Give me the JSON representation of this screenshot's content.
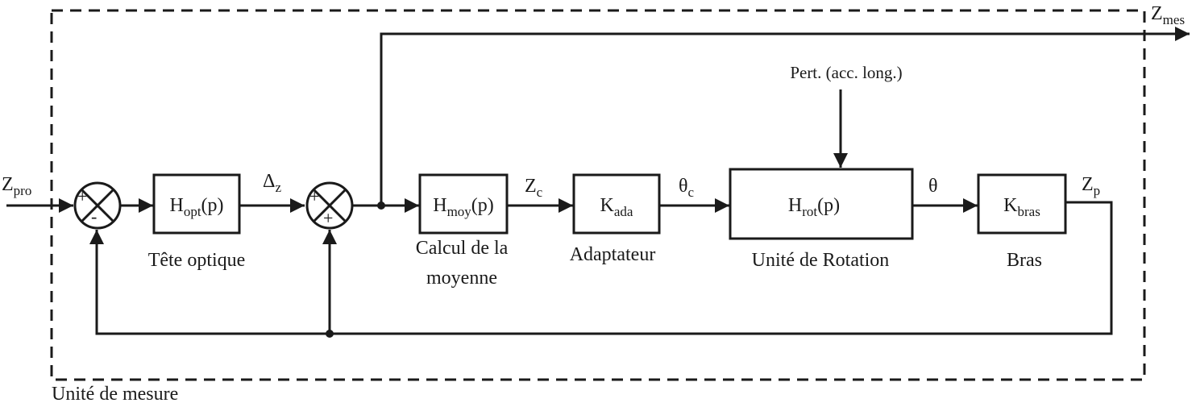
{
  "diagram": {
    "boundary": {
      "label": "Unité de mesure"
    },
    "signals": {
      "input": {
        "main": "Z",
        "sub": "pro"
      },
      "error": {
        "main": "Δ",
        "sub": "z"
      },
      "zc": {
        "main": "Z",
        "sub": "c"
      },
      "theta_c": {
        "main": "θ",
        "sub": "c"
      },
      "theta": {
        "main": "θ"
      },
      "zp": {
        "main": "Z",
        "sub": "p"
      },
      "output": {
        "main": "Z",
        "sub": "mes"
      },
      "disturbance": "Pert. (acc. long.)"
    },
    "blocks": {
      "hopt": {
        "main": "H",
        "sub": "opt",
        "tail": "(p)",
        "caption": "Tête optique"
      },
      "hmoy": {
        "main": "H",
        "sub": "moy",
        "tail": "(p)",
        "caption_line1": "Calcul de la",
        "caption_line2": "moyenne"
      },
      "kada": {
        "main": "K",
        "sub": "ada",
        "caption": "Adaptateur"
      },
      "hrot": {
        "main": "H",
        "sub": "rot",
        "tail": "(p)",
        "caption": "Unité de Rotation"
      },
      "kbras": {
        "main": "K",
        "sub": "bras",
        "caption": "Bras"
      }
    },
    "summers": {
      "s1": {
        "top": "+",
        "bottom": "-"
      },
      "s2": {
        "top": "+",
        "bottom": "+"
      }
    }
  }
}
